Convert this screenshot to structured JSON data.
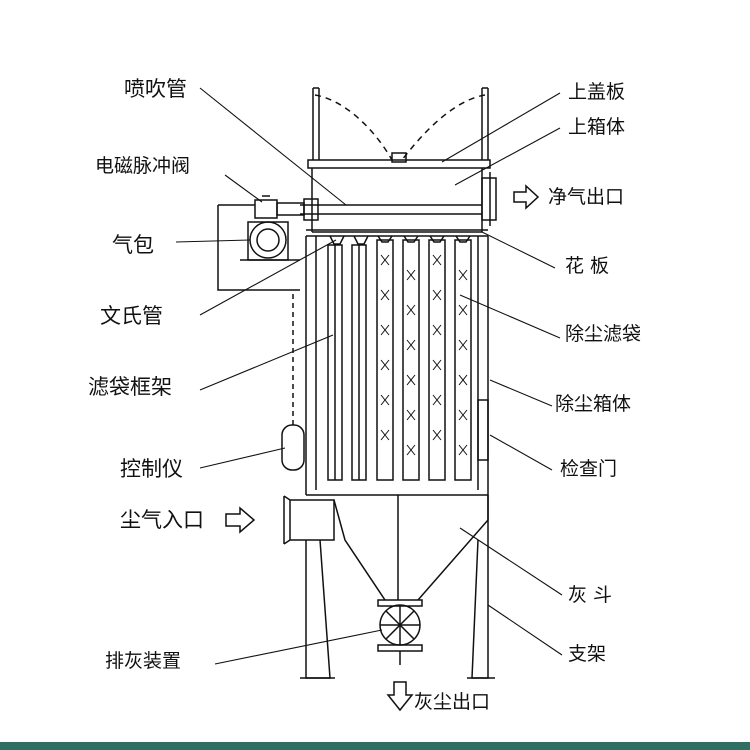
{
  "labels": {
    "blow_pipe": "喷吹管",
    "solenoid_valve": "电磁脉冲阀",
    "air_bag": "气包",
    "venturi": "文氏管",
    "bag_cage": "滤袋框架",
    "controller": "控制仪",
    "dust_inlet": "尘气入口",
    "discharge_device": "排灰装置",
    "top_cover": "上盖板",
    "upper_box": "上箱体",
    "clean_outlet": "净气出口",
    "tube_sheet": "花 板",
    "filter_bag": "除尘滤袋",
    "dust_box": "除尘箱体",
    "inspection_door": "检查门",
    "ash_hopper": "灰 斗",
    "support": "支架",
    "ash_outlet": "灰尘出口"
  },
  "colors": {
    "line": "#111111",
    "background": "#ffffff",
    "bottom_strip": "#2f6f63"
  }
}
